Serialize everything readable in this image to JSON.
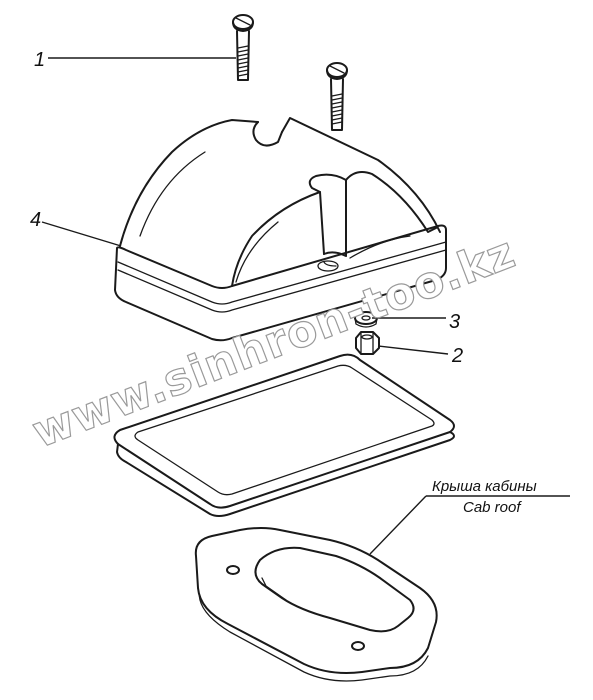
{
  "callouts": {
    "part_1": "1",
    "part_2": "2",
    "part_3": "3",
    "part_4": "4"
  },
  "caption": {
    "line_ru": "Крыша кабины",
    "line_en": "Cab roof"
  },
  "watermark": "www.sinhron-too.kz",
  "colors": {
    "ink": "#1a1a1a",
    "background": "#ffffff",
    "watermark_outline": "#9a9a9a"
  }
}
